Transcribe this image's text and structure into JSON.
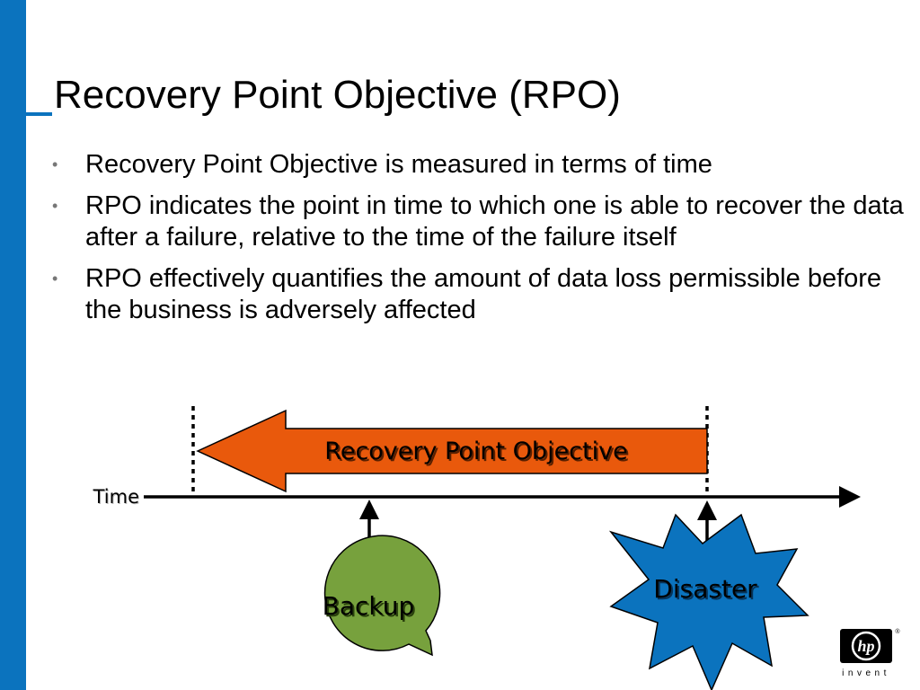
{
  "slide": {
    "title": "Recovery Point Objective (RPO)",
    "bullet_glyph": "•",
    "bullets": [
      "Recovery Point Objective is measured in terms of time",
      "RPO indicates the point in time to which one is able to recover the data after a failure, relative to the time of the failure itself",
      "RPO effectively quantifies the amount of data loss permissible before the business is adversely affected"
    ]
  },
  "diagram": {
    "arrow_label": "Recovery Point Objective",
    "time_label": "Time",
    "backup_label": "Backup",
    "disaster_label": "Disaster",
    "colors": {
      "arrow_fill": "#e9590c",
      "backup_fill": "#77a13d",
      "disaster_fill": "#0b73be",
      "sidebar": "#0b73be"
    }
  },
  "logo": {
    "mark_text": "hp",
    "tagline": "invent",
    "registered": "®"
  }
}
